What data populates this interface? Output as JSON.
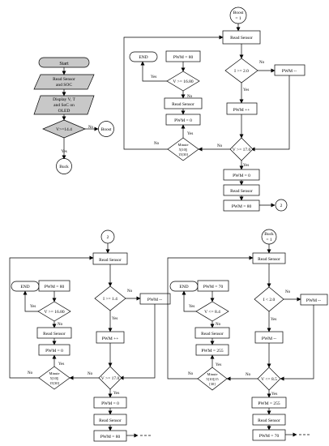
{
  "main_flow": {
    "start": "Start",
    "read_sensor_soc": [
      "Read Sensor",
      "and SOC"
    ],
    "display": [
      "Display V, T",
      "and SoC on",
      "OLED"
    ],
    "decision": "V>=14.4",
    "no": "No",
    "yes": "Yes",
    "boost": "Boost",
    "buck": "Buck"
  },
  "boost_flow": {
    "entry": [
      "Boost",
      "= 1"
    ],
    "read_sensor_top": "Read Sensor",
    "end": "END",
    "pwm_80_top": "PWM = 80",
    "v_check": "V >= 16.80",
    "read_sensor_mid": "Read Sensor",
    "pwm_0_mid": "PWM = 0",
    "minute": [
      "Minute",
      "5[10]|",
      "15[30]"
    ],
    "i_check": "I >= 2.0",
    "pwm_dec": "PWM --",
    "pwm_inc": "PWM ++",
    "v_check2": "V >= 17.0",
    "pwm_0_bottom": "PWM = 0",
    "read_sensor_bottom": "Read Sensor",
    "pwm_80_bottom": "PWM = 80",
    "next": "2",
    "yes": "Yes",
    "no": "No"
  },
  "flow_2": {
    "entry": "2",
    "read_sensor_top": "Read Sensor",
    "end": "END",
    "pwm_80_top": "PWM = 80",
    "v_check": "V >= 16.80",
    "read_sensor_mid": "Read Sensor",
    "pwm_0_mid": "PWM = 0",
    "minute": [
      "Minute",
      "5[10]|",
      "15[30]"
    ],
    "i_check": "I >= 1.4",
    "pwm_dec": "PWM --",
    "pwm_inc": "PWM ++",
    "v_check2": "V >= 17.0",
    "pwm_0_bottom": "PWM = 0",
    "read_sensor_bottom": "Read Sensor",
    "pwm_80_bottom": "PWM = 80",
    "yes": "Yes",
    "no": "No"
  },
  "buck_flow": {
    "entry": [
      "Buck",
      "= 1"
    ],
    "read_sensor_top": "Read Sensor",
    "end": "END",
    "pwm_70_top": "PWM = 70",
    "v_check": "V <= 8.4",
    "read_sensor_mid": "Read Sensor",
    "pwm_255_mid": "PWM = 255",
    "minute": [
      "Minute",
      "5[10]|15",
      "[30]"
    ],
    "i_check": "I < 2.0",
    "pwm_dec": "PWM --",
    "pwm_dec2": "PWM --",
    "v_check2": "V <= 8.5",
    "pwm_255_bottom": "PWM = 255",
    "read_sensor_bottom": "Read Sensor",
    "pwm_70_bottom": "PWM = 70",
    "yes": "Yes",
    "no": "No"
  }
}
